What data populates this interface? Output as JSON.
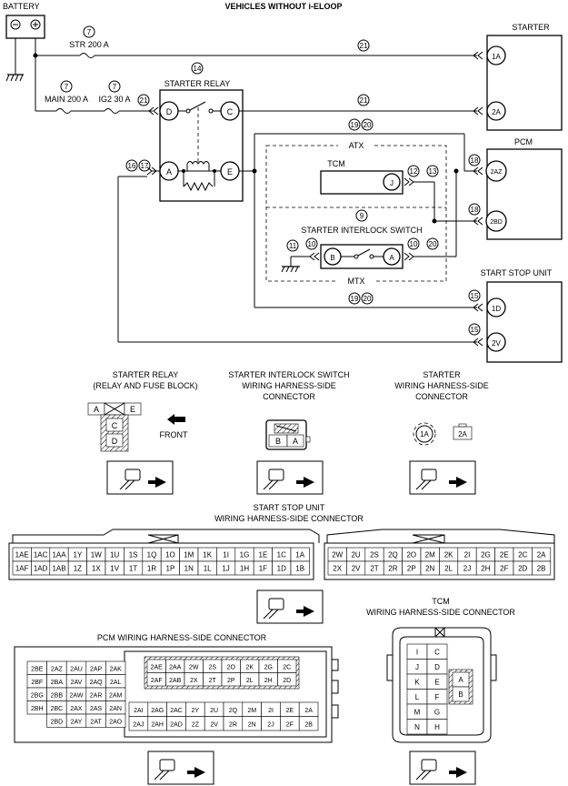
{
  "title": "VEHICLES WITHOUT i-ELOOP",
  "battery": {
    "label": "BATTERY",
    "neg": "⊖",
    "pos": "⊕"
  },
  "fuses": {
    "str": {
      "ref": "7",
      "label": "STR 200 A"
    },
    "main": {
      "ref": "7",
      "label": "MAIN 200 A"
    },
    "ig2": {
      "ref": "7",
      "label": "IG2 30 A"
    }
  },
  "refs": {
    "r21a": "21",
    "r21b": "21",
    "r21c": "21",
    "r14": "14",
    "r19a": "19",
    "r20a": "20",
    "r16": "16",
    "r17": "17",
    "r12": "12",
    "r13": "13",
    "r18a": "18",
    "r18b": "18",
    "r9": "9",
    "r11": "11",
    "r10a": "10",
    "r10b": "10",
    "r20b": "20",
    "r19b": "19",
    "r20c": "20",
    "r15a": "15",
    "r15b": "15"
  },
  "starter_relay": {
    "label": "STARTER RELAY",
    "pins": [
      "D",
      "C",
      "A",
      "E"
    ]
  },
  "starter": {
    "label": "STARTER",
    "pins": [
      "1A",
      "2A"
    ]
  },
  "pcm": {
    "label": "PCM",
    "pins": [
      "2AZ",
      "2BD"
    ]
  },
  "atx": "ATX",
  "mtx": "MTX",
  "tcm": {
    "label": "TCM",
    "pin": "J"
  },
  "interlock": {
    "label": "STARTER INTERLOCK SWITCH",
    "pins": [
      "B",
      "A"
    ]
  },
  "ssu": {
    "label": "START STOP UNIT",
    "pins": [
      "1D",
      "2V"
    ]
  },
  "connectors": {
    "relay_title": [
      "STARTER RELAY",
      "(RELAY AND FUSE BLOCK)"
    ],
    "relay_cells": [
      "A",
      "E",
      "C",
      "D"
    ],
    "front": "FRONT",
    "interlock_title": [
      "STARTER INTERLOCK SWITCH",
      "WIRING HARNESS-SIDE",
      "CONNECTOR"
    ],
    "interlock_cells": [
      "B",
      "A"
    ],
    "starter_title": [
      "STARTER",
      "WIRING HARNESS-SIDE",
      "CONNECTOR"
    ],
    "starter_cells": [
      "1A",
      "2A"
    ],
    "ssu_title": [
      "START STOP UNIT",
      "WIRING HARNESS-SIDE CONNECTOR"
    ],
    "ssu_left_row1": [
      "1AE",
      "1AC",
      "1AA",
      "1Y",
      "1W",
      "1U",
      "1S",
      "1Q",
      "1O",
      "1M",
      "1K",
      "1I",
      "1G",
      "1E",
      "1C",
      "1A"
    ],
    "ssu_left_row2": [
      "1AF",
      "1AD",
      "1AB",
      "1Z",
      "1X",
      "1V",
      "1T",
      "1R",
      "1P",
      "1N",
      "1L",
      "1J",
      "1H",
      "1F",
      "1D",
      "1B"
    ],
    "ssu_right_row1": [
      "2W",
      "2U",
      "2S",
      "2Q",
      "2O",
      "2M",
      "2K",
      "2I",
      "2G",
      "2E",
      "2C",
      "2A"
    ],
    "ssu_right_row2": [
      "2X",
      "2V",
      "2T",
      "2R",
      "2P",
      "2N",
      "2L",
      "2J",
      "2H",
      "2F",
      "2D",
      "2B"
    ],
    "pcm_title": "PCM WIRING HARNESS-SIDE CONNECTOR",
    "pcm_left": [
      [
        "2BE",
        "2AZ",
        "2AU",
        "2AP",
        "2AK"
      ],
      [
        "2BF",
        "2BA",
        "2AV",
        "2AQ",
        "2AL"
      ],
      [
        "2BG",
        "2BB",
        "2AW",
        "2AR",
        "2AM"
      ],
      [
        "2BH",
        "2BC",
        "2AX",
        "2AS",
        "2AN"
      ],
      [
        "",
        "2BD",
        "2AY",
        "2AT",
        "2AO"
      ]
    ],
    "pcm_right_top1": [
      "2AE",
      "2AA",
      "2W",
      "2S",
      "2O",
      "2K",
      "2G",
      "2C"
    ],
    "pcm_right_top2": [
      "2AF",
      "2AB",
      "2X",
      "2T",
      "2P",
      "2L",
      "2H",
      "2D"
    ],
    "pcm_right_bot1": [
      "2AI",
      "2AG",
      "2AC",
      "2Y",
      "2U",
      "2Q",
      "2M",
      "2I",
      "2E",
      "2A"
    ],
    "pcm_right_bot2": [
      "2AJ",
      "2AH",
      "2AD",
      "2Z",
      "2V",
      "2R",
      "2N",
      "2J",
      "2F",
      "2B"
    ],
    "tcm_title": [
      "TCM",
      "WIRING HARNESS-SIDE CONNECTOR"
    ],
    "tcm_left": [
      [
        "I",
        "C"
      ],
      [
        "J",
        "D"
      ],
      [
        "K",
        "E"
      ],
      [
        "L",
        "F"
      ],
      [
        "M",
        "G"
      ],
      [
        "N",
        "H"
      ]
    ],
    "tcm_right": [
      "A",
      "B"
    ]
  }
}
